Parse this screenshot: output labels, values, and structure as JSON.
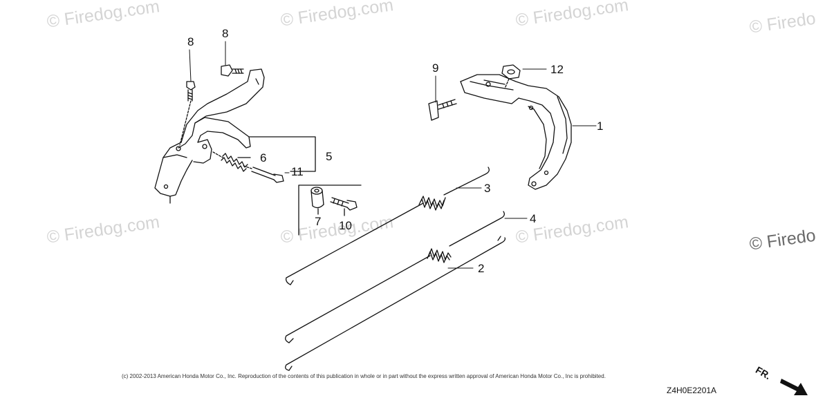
{
  "watermark": {
    "text": "© Firedog.com",
    "partial_text": "© Firedo",
    "color": "#d4d4d4",
    "dark_color": "#6a6a6a"
  },
  "callouts": [
    "1",
    "2",
    "3",
    "4",
    "5",
    "6",
    "7",
    "8",
    "8",
    "9",
    "10",
    "11",
    "12"
  ],
  "copyright": "(c) 2002-2013 American Honda Motor Co., Inc. Reproduction of the contents of this publication in whole or in part without the express written approval of American Honda Motor Co., Inc is prohibited.",
  "diagram_code": "Z4H0E2201A",
  "direction_label": "FR."
}
